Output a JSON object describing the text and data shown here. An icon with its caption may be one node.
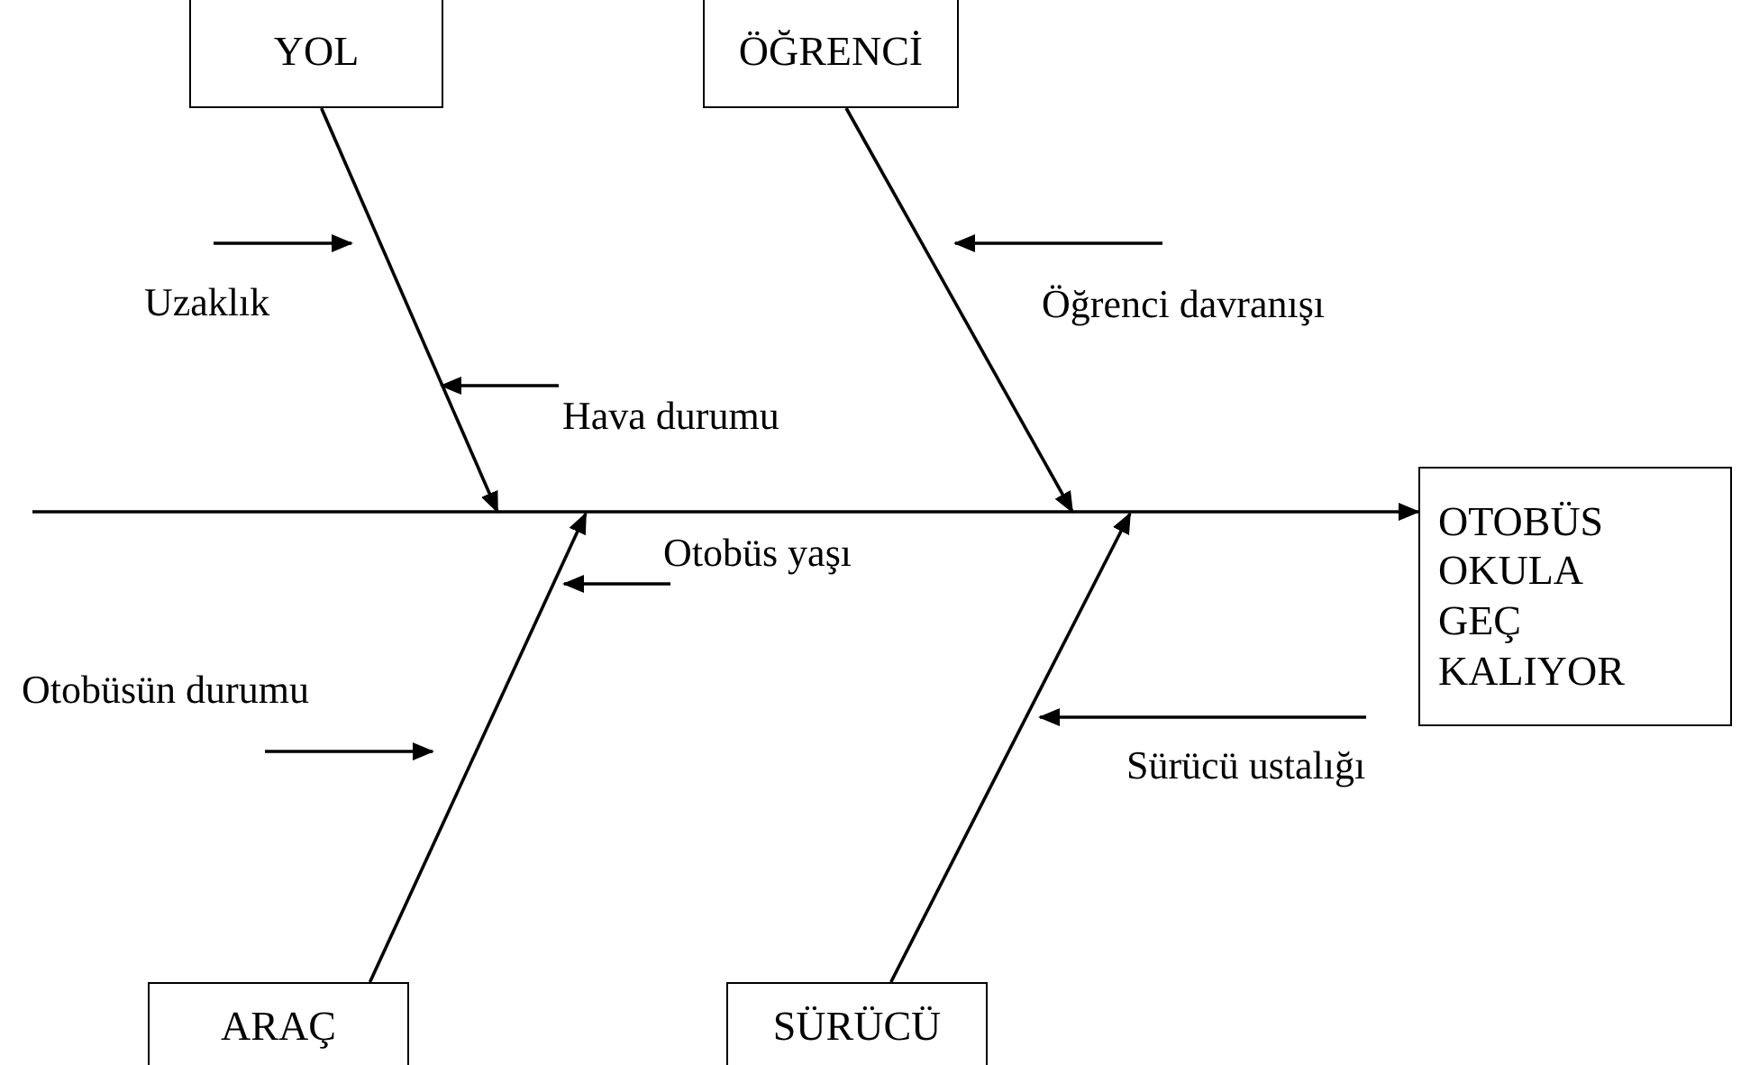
{
  "diagram": {
    "nodes": [
      {
        "text": [
          "YOL"
        ]
      },
      {
        "text": [
          "ÖĞRENCİ"
        ]
      },
      {
        "text": [
          "OTOBÜS OKULA GEÇ KALIYOR"
        ]
      },
      {
        "text": [
          "ARAÇ"
        ]
      },
      {
        "text": [
          "SÜRÜCÜ"
        ]
      },
      {
        "text": [
          "Uzaklık"
        ]
      },
      {
        "text": [
          "Hava durumu"
        ]
      },
      {
        "text": [
          "Öğrenci davranışı"
        ]
      },
      {
        "text": [
          "Otobüs yaşı"
        ]
      },
      {
        "text": [
          "Otobüsün durumu"
        ]
      },
      {
        "text": [
          "Sürücü ustalığı"
        ]
      }
    ],
    "edges": [
      {
        "from": null,
        "to": 2,
        "arrow": "to"
      },
      {
        "from": 0,
        "to": null,
        "arrow": "to"
      },
      {
        "from": 1,
        "to": null,
        "arrow": "to"
      },
      {
        "from": 3,
        "to": null,
        "arrow": "to"
      },
      {
        "from": 4,
        "to": null,
        "arrow": "to"
      },
      {
        "from": 5,
        "to": null,
        "arrow": "to"
      },
      {
        "from": 6,
        "to": null,
        "arrow": "to"
      },
      {
        "from": 7,
        "to": null,
        "arrow": "to"
      },
      {
        "from": 8,
        "to": null,
        "arrow": "to"
      },
      {
        "from": 9,
        "to": null,
        "arrow": "to"
      },
      {
        "from": 10,
        "to": null,
        "arrow": "to"
      }
    ]
  }
}
